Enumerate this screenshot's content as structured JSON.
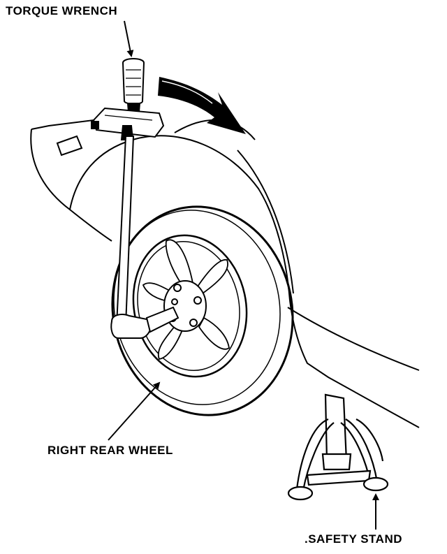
{
  "labels": {
    "torque_wrench": "TORQUE WRENCH",
    "right_rear_wheel": "RIGHT REAR WHEEL",
    "safety_stand": ".SAFETY STAND"
  },
  "colors": {
    "ink": "#000000",
    "paper": "#ffffff"
  },
  "icons": {
    "rotation_arrow": "curved-arrow-clockwise"
  }
}
